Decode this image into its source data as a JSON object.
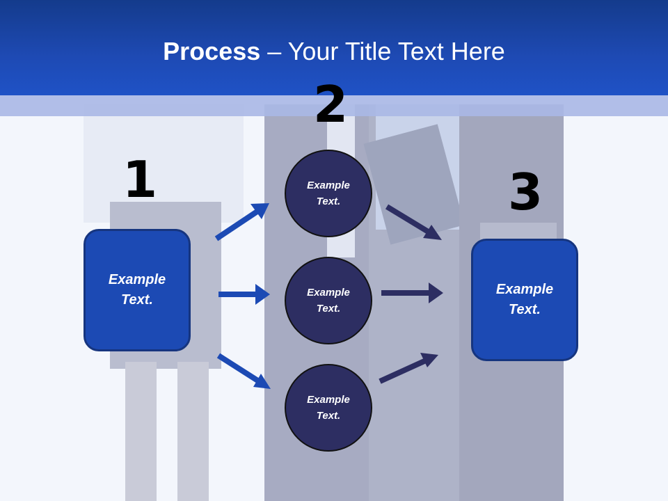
{
  "title": {
    "bold": "Process",
    "rest": " – Your Title Text Here"
  },
  "steps": [
    "1",
    "2",
    "3"
  ],
  "left_box": {
    "text_line1": "Example",
    "text_line2": "Text."
  },
  "right_box": {
    "text_line1": "Example",
    "text_line2": "Text."
  },
  "circles": [
    {
      "line1": "Example",
      "line2": "Text."
    },
    {
      "line1": "Example",
      "line2": "Text."
    },
    {
      "line1": "Example",
      "line2": "Text."
    }
  ],
  "colors": {
    "header": "#1e4ab4",
    "box_fill": "#1c4ab4",
    "circle_fill": "#2d2e62",
    "arrow_left": "#1c4ab4",
    "arrow_right": "#2d2e62"
  }
}
